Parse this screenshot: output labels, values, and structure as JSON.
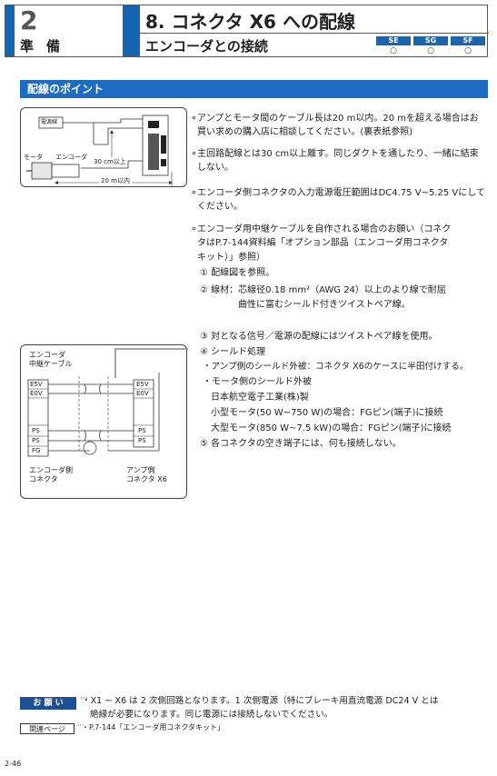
{
  "header": {
    "chapter_number": "2",
    "chapter_name": "準備",
    "title": "8. コネクタ X6 への配線",
    "subtitle": "エンコーダとの接続",
    "models": [
      {
        "label": "SE",
        "mark": "○"
      },
      {
        "label": "SG",
        "mark": "○"
      },
      {
        "label": "SF",
        "mark": "○"
      }
    ]
  },
  "section": {
    "title": "配線のポイント"
  },
  "diagram1": {
    "power_line_label": "電源線",
    "motor_label": "モータ",
    "encoder_label": "エンコーダ",
    "distance_30": "30 cm以上",
    "distance_20": "20 m以内"
  },
  "points": {
    "p1": "アンプとモータ間のケーブル長は20 m以内。20 mを超える場合はお買い求めの購入店に相談してください。(裏表紙参照)",
    "p2": "主回路配線とは30  cm以上離す。同じダクトを通したり、一緒に結束しない。",
    "p3": "エンコーダ側コネクタの入力電源電圧範囲はDC4.75 V~5.25 Vにしてください。",
    "p4_line1": "エンコーダ用中継ケーブルを自作される場合のお願い（コネク",
    "p4_line2": "タはP.7-144資料編「オプション部品（エンコーダ用コネクタ",
    "p4_line3": "キット）」参照）",
    "sub1": "① 配線図を参照。",
    "sub2_line1": "② 線材：芯線径0.18 mm²（AWG  24）以上のより線で耐屈",
    "sub2_line2": "曲性に富むシールド付きツイストペア線。",
    "sub3": "③ 対となる信号／電源の配線にはツイストペア線を使用。",
    "sub4": "④ シールド処理",
    "sub4a": "・アンプ側のシールド外被：コネクタ X6のケースに半田付けする。",
    "sub4b": "・モータ側のシールド外被",
    "sub4b_maker": "日本航空電子工業(株)製",
    "sub4b_small": "小型モータ(50 W~750 W)の場合：FGピン(端子)に接続",
    "sub4b_large": "大型モータ(850 W~7.5 kW)の場合：FGピン(端子)に接続",
    "sub5": "⑤ 各コネクタの空き端子には、何も接続しない。"
  },
  "diagram2": {
    "cable_label_1": "エンコーダ",
    "cable_label_2": "中継ケーブル",
    "left_pins": [
      "E5V",
      "E0V",
      "PS",
      "PS",
      "FG"
    ],
    "right_pins": [
      "E5V",
      "E0V",
      "PS",
      "PS"
    ],
    "encoder_side_1": "エンコーダ側",
    "encoder_side_2": "コネクタ",
    "amp_side_1": "アンプ側",
    "amp_side_2": "コネクタ X6"
  },
  "footer": {
    "note_label": "お 願 い",
    "note_dots": "···",
    "note_line1": "・X1 ~ X6 は 2 次側回路となります。1 次側電源（特にブレーキ用直流電源 DC24 V とは",
    "note_line2": "絶縁が必要になります。同じ電源には接続しないでください。",
    "ref_label": "関連ページ",
    "ref_dots": "···",
    "ref_text": "・P.7-144「エンコーダ用コネクタキット」",
    "page_number": "2-46"
  }
}
